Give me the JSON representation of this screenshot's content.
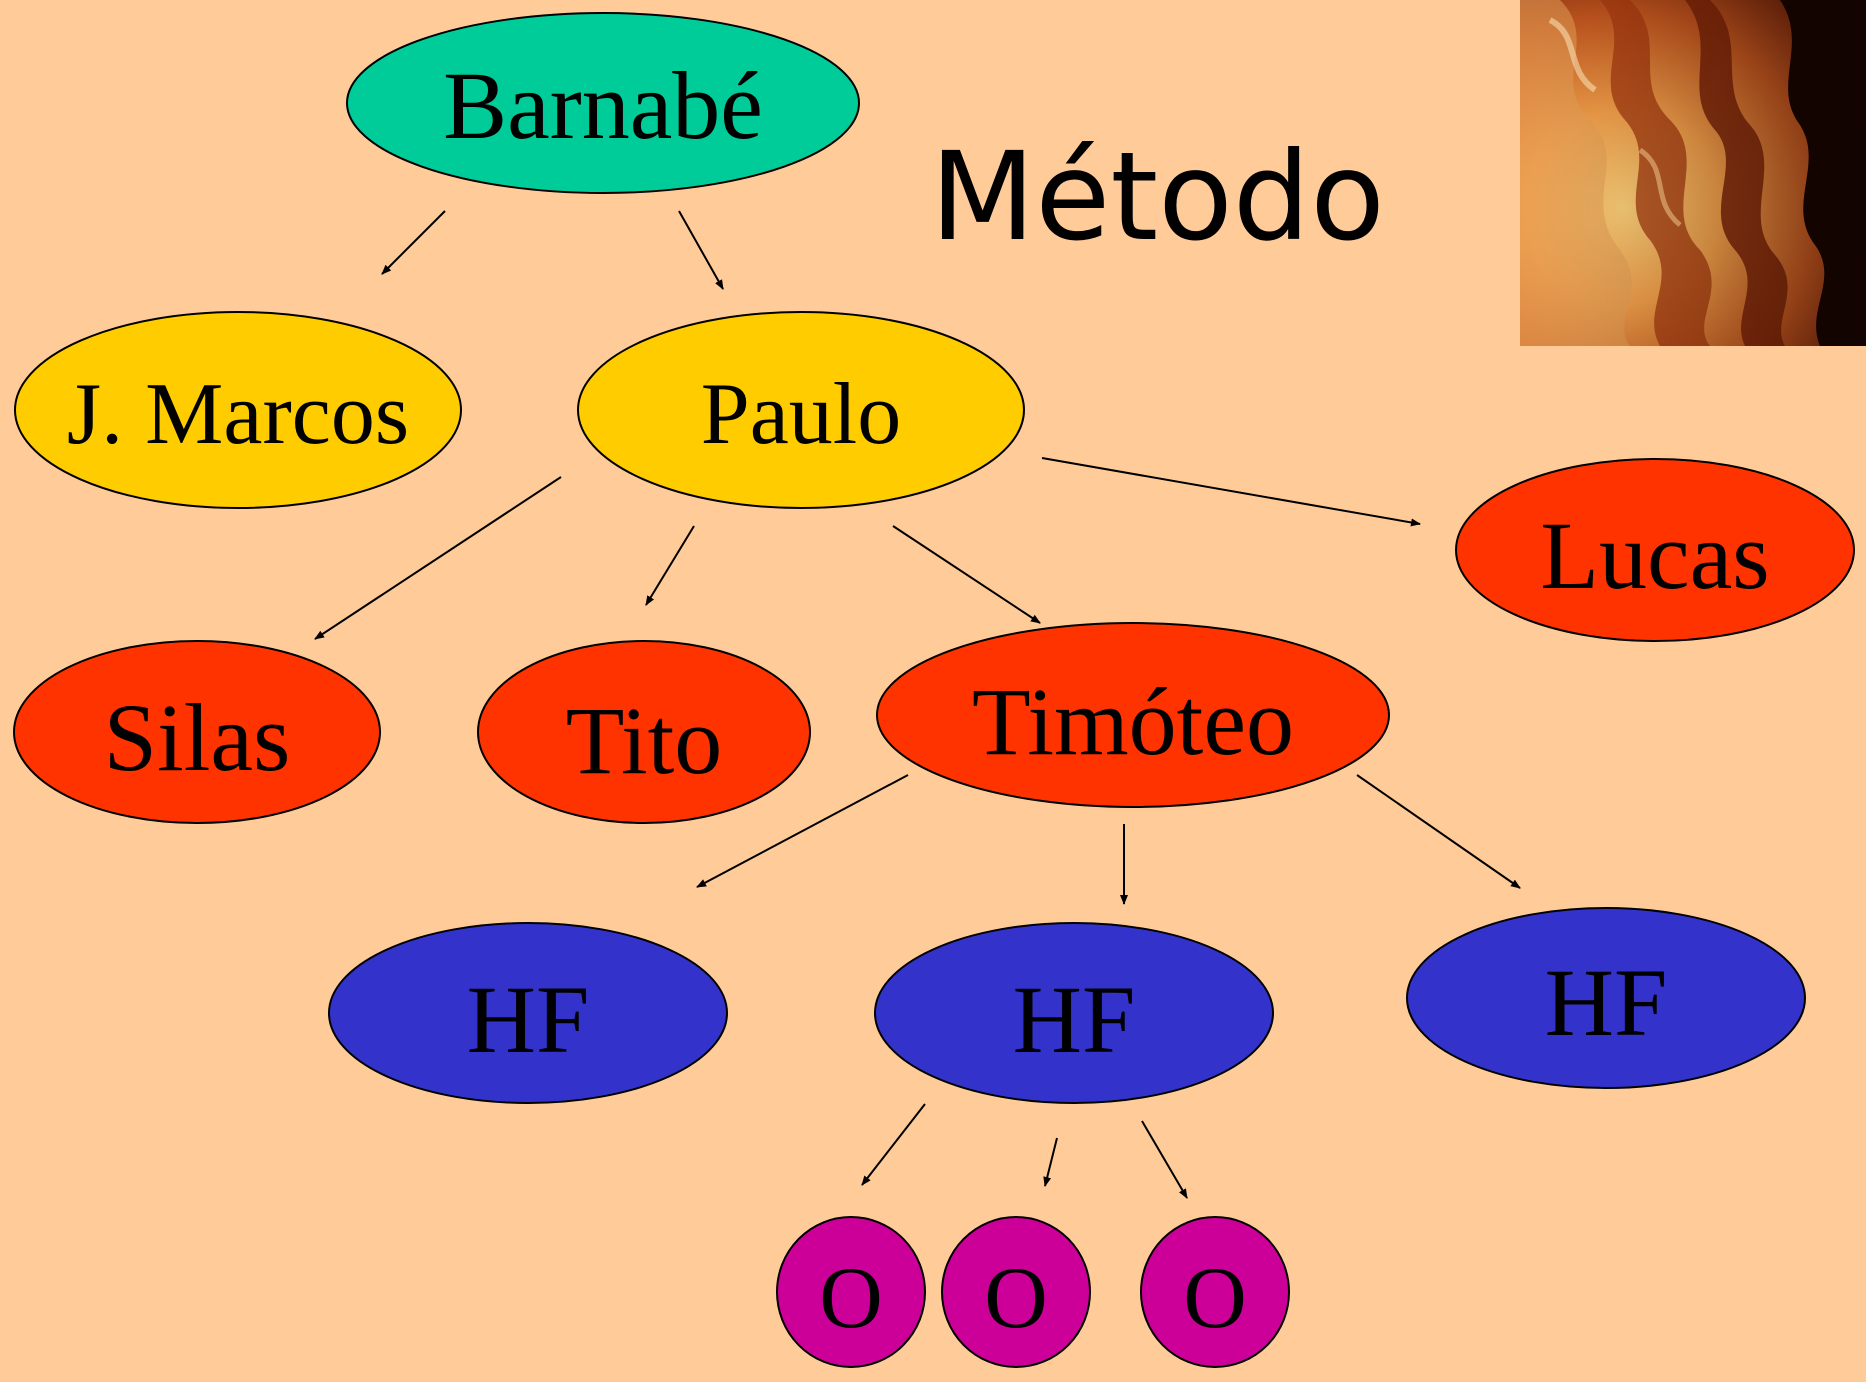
{
  "title": "Método",
  "corner_image": {
    "icon": "flame-swirl-image"
  },
  "colors": {
    "background": "#FFCC99",
    "leader": "#00CC99",
    "disciples": "#FFCC00",
    "companions": "#FF3300",
    "hf": "#3333CC",
    "o": "#CC0099",
    "arrows": "#000000"
  },
  "nodes": {
    "barnabe": {
      "label": "Barnabé"
    },
    "jmarcos": {
      "label": "J. Marcos"
    },
    "paulo": {
      "label": "Paulo"
    },
    "lucas": {
      "label": "Lucas"
    },
    "silas": {
      "label": "Silas"
    },
    "tito": {
      "label": "Tito"
    },
    "timoteo": {
      "label": "Timóteo"
    },
    "hf1": {
      "label": "HF"
    },
    "hf2": {
      "label": "HF"
    },
    "hf3": {
      "label": "HF"
    },
    "o1": {
      "label": "O"
    },
    "o2": {
      "label": "O"
    },
    "o3": {
      "label": "O"
    }
  },
  "edges": [
    {
      "from": "barnabe",
      "to": "jmarcos"
    },
    {
      "from": "barnabe",
      "to": "paulo"
    },
    {
      "from": "paulo",
      "to": "silas"
    },
    {
      "from": "paulo",
      "to": "tito"
    },
    {
      "from": "paulo",
      "to": "timoteo"
    },
    {
      "from": "paulo",
      "to": "lucas"
    },
    {
      "from": "timoteo",
      "to": "hf1"
    },
    {
      "from": "timoteo",
      "to": "hf2"
    },
    {
      "from": "timoteo",
      "to": "hf3"
    },
    {
      "from": "hf2",
      "to": "o1"
    },
    {
      "from": "hf2",
      "to": "o2"
    },
    {
      "from": "hf2",
      "to": "o3"
    }
  ]
}
